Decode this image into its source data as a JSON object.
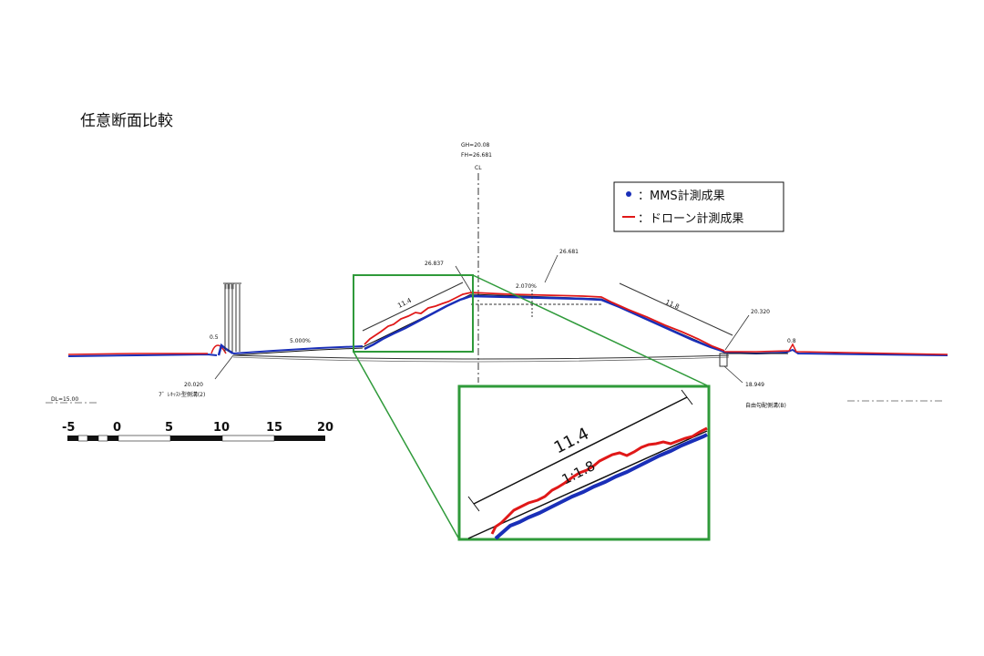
{
  "title": "任意断面比較",
  "centerline": {
    "gh": "GH=20.08",
    "fh": "FH=26.681",
    "cl": "CL"
  },
  "legend": {
    "mms_label": "：MMS計測成果",
    "drone_label": "：ドローン計測成果",
    "mms_color": "#1a2fb8",
    "drone_color": "#e01818"
  },
  "annotations": {
    "left_crown": "26.837",
    "right_crown": "26.681",
    "crown_slope": "2.070%",
    "left_slope_length": "11.4",
    "right_slope_length": "11.8",
    "right_toe": "20.320",
    "right_bottom": "18.949",
    "right_ditch": "自由勾配側溝(B)",
    "left_toe": "20.020",
    "left_ditch": "7゛ﾚｷｯｽﾄ型側溝(2)",
    "ground_slope": "5.000%",
    "datum": "DL=15.00",
    "small_left": "0.5",
    "small_right": "0.8",
    "post_label": "|||||"
  },
  "zoom": {
    "length": "11.4",
    "ratio": "1:1.8"
  },
  "scale_bar": {
    "labels": [
      "-5",
      "0",
      "5",
      "10",
      "15",
      "20"
    ]
  },
  "colors": {
    "frame_green": "#2f9a3a",
    "line_black": "#111111"
  }
}
